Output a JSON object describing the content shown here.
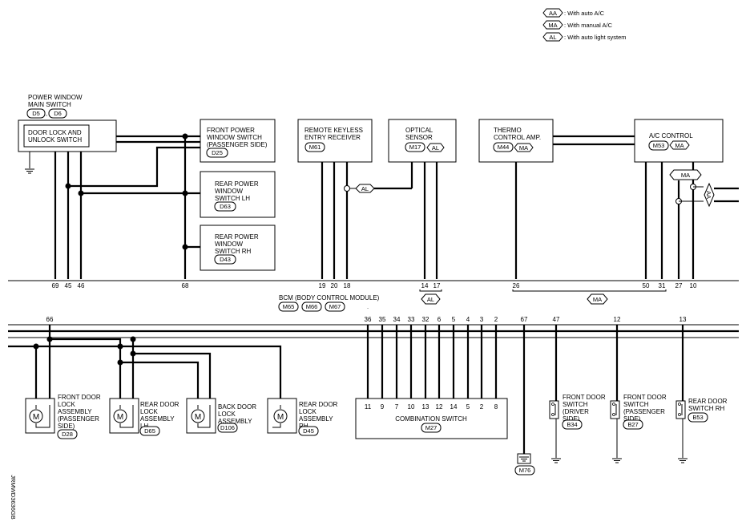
{
  "legend": [
    {
      "code": "AA",
      "text": ": With auto A/C"
    },
    {
      "code": "MA",
      "text": ": With manual A/C"
    },
    {
      "code": "AL",
      "text": ": With auto light system"
    }
  ],
  "components": {
    "power_window_main_switch": {
      "title1": "POWER WINDOW",
      "title2": "MAIN SWITCH",
      "conn1": "D5",
      "sep": ",",
      "conn2": "D6",
      "inner1": "DOOR LOCK AND",
      "inner2": "UNLOCK SWITCH"
    },
    "front_power_window_switch": {
      "line1": "FRONT POWER",
      "line2": "WINDOW SWITCH",
      "line3": "(PASSENGER SIDE)",
      "conn": "D25"
    },
    "rear_pw_switch_lh": {
      "line1": "REAR POWER",
      "line2": "WINDOW",
      "line3": "SWITCH LH",
      "conn": "D63"
    },
    "rear_pw_switch_rh": {
      "line1": "REAR POWER",
      "line2": "WINDOW",
      "line3": "SWITCH RH",
      "conn": "D43"
    },
    "remote_keyless": {
      "line1": "REMOTE KEYLESS",
      "line2": "ENTRY RECEIVER",
      "conn": "M61"
    },
    "optical_sensor": {
      "line1": "OPTICAL",
      "line2": "SENSOR",
      "conn": "M17",
      "tag": "AL"
    },
    "thermo_control": {
      "line1": "THERMO",
      "line2": "CONTROL AMP.",
      "conn": "M44",
      "tag": "MA"
    },
    "ac_control": {
      "line1": "A/C CONTROL",
      "conn": "M53",
      "tag": "MA"
    },
    "bcm": {
      "label": "BCM (BODY CONTROL MODULE)",
      "conn1": "M65",
      "conn2": "M66",
      "conn3": "M67",
      "dot": "."
    },
    "combination_switch": {
      "label": "COMBINATION SWITCH",
      "conn": "M27"
    },
    "front_door_lock_pass": {
      "line1": "FRONT DOOR",
      "line2": "LOCK",
      "line3": "ASSEMBLY",
      "line4": "(PASSENGER",
      "line5": "SIDE)",
      "conn": "D28"
    },
    "rear_door_lock_lh": {
      "line1": "REAR DOOR",
      "line2": "LOCK",
      "line3": "ASSEMBLY",
      "line4": "LH",
      "conn": "D65"
    },
    "back_door_lock": {
      "line1": "BACK DOOR",
      "line2": "LOCK",
      "line3": "ASSEMBLY",
      "conn": "D106"
    },
    "rear_door_lock_rh": {
      "line1": "REAR DOOR",
      "line2": "LOCK",
      "line3": "ASSEMBLY",
      "line4": "RH",
      "conn": "D45"
    },
    "front_door_sw_driver": {
      "line1": "FRONT DOOR",
      "line2": "SWITCH",
      "line3": "(DRIVER",
      "line4": "SIDE)",
      "conn": "B34"
    },
    "front_door_sw_pass": {
      "line1": "FRONT DOOR",
      "line2": "SWITCH",
      "line3": "(PASSENGER",
      "line4": "SIDE)",
      "conn": "B27"
    },
    "rear_door_sw_rh": {
      "line1": "REAR DOOR",
      "line2": "SWITCH RH",
      "conn": "B53"
    },
    "ground_m76": {
      "conn": "M76"
    }
  },
  "tags": {
    "al": "AL",
    "ma": "MA",
    "aa": "AA",
    "motor": "M"
  },
  "bcm_pins_top": [
    "69",
    "45",
    "46",
    "68",
    "19",
    "20",
    "18",
    "14",
    "17",
    "26",
    "50",
    "31",
    "27",
    "10"
  ],
  "bcm_pins_bottom": [
    "66",
    "36",
    "35",
    "34",
    "33",
    "32",
    "6",
    "5",
    "4",
    "3",
    "2",
    "67",
    "47",
    "12",
    "13"
  ],
  "combo_pins": [
    "11",
    "9",
    "7",
    "10",
    "13",
    "12",
    "14",
    "5",
    "2",
    "8"
  ],
  "side_code": "JRMWD3636GB"
}
